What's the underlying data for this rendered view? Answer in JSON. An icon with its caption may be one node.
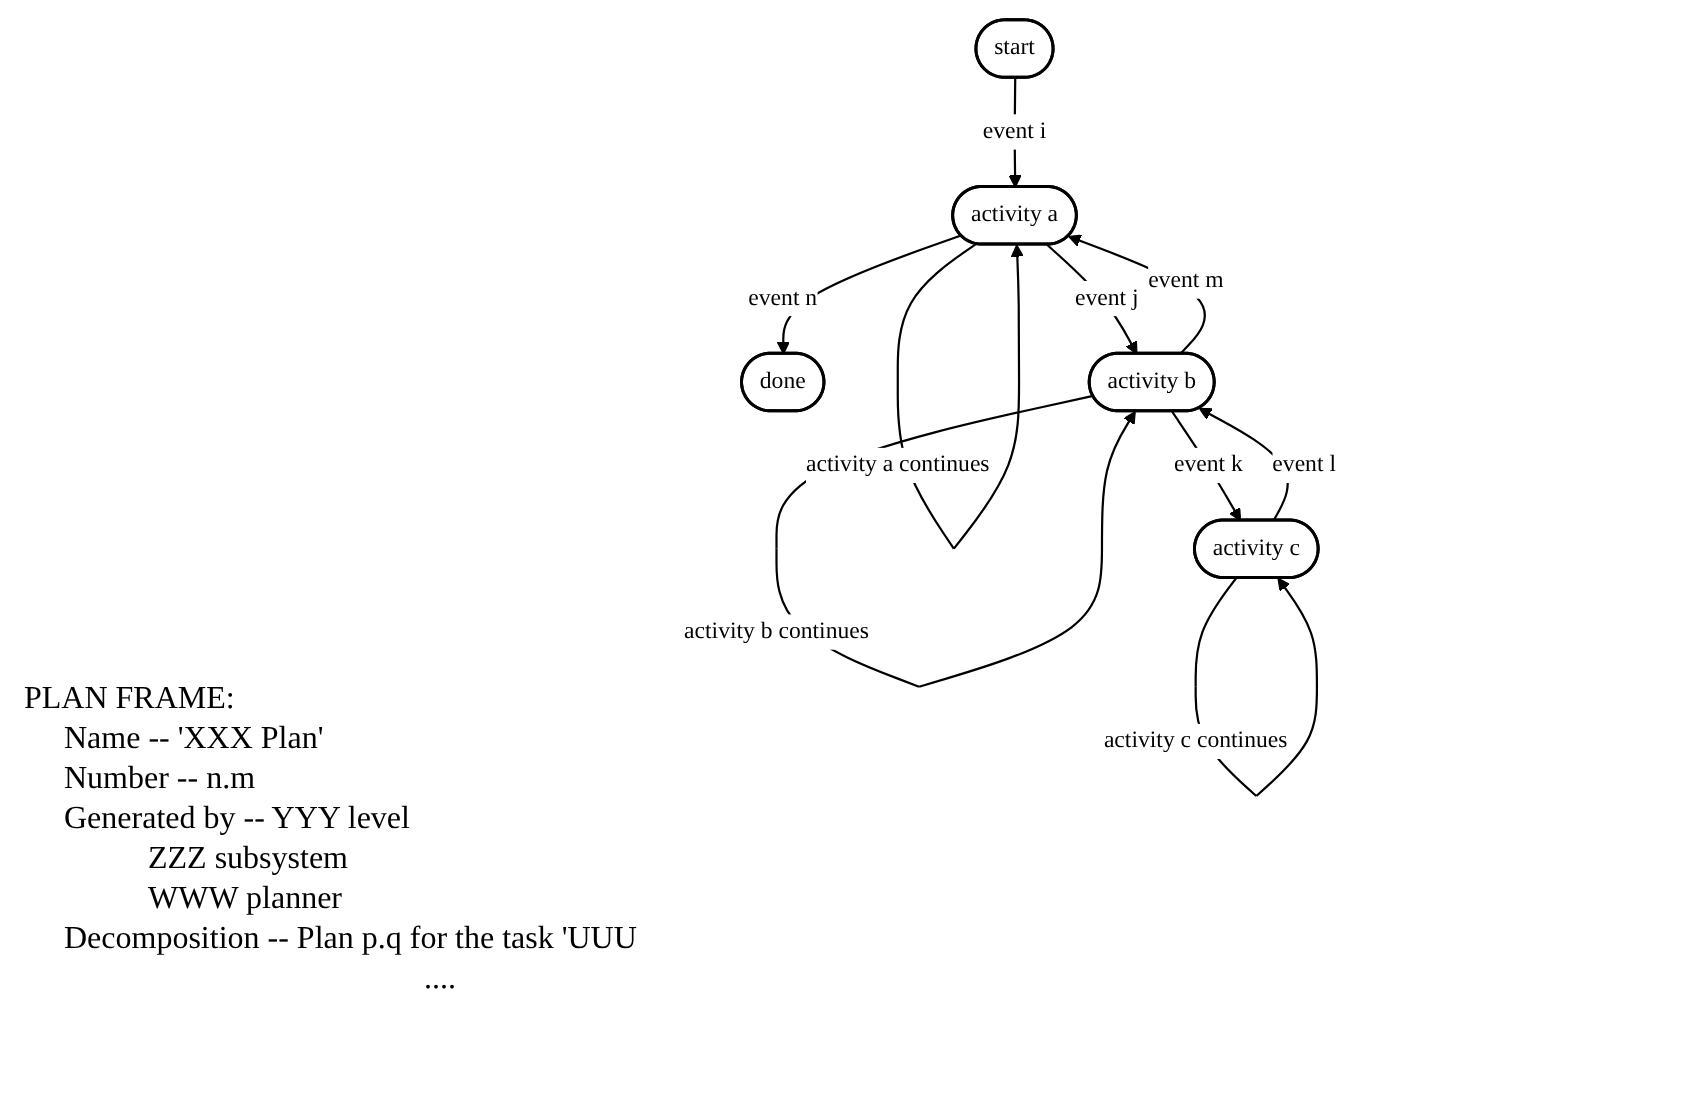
{
  "diagram": {
    "nodes": [
      {
        "text": [
          "start"
        ]
      },
      {
        "text": [
          "activity a"
        ]
      },
      {
        "text": [
          "done"
        ]
      },
      {
        "text": [
          "activity b"
        ]
      },
      {
        "text": [
          "activity c"
        ]
      }
    ],
    "edges": [
      {
        "from": 0,
        "to": 1,
        "arrow": "to",
        "label": "event i"
      },
      {
        "from": 1,
        "to": 1,
        "arrow": "to",
        "label": "activity a continues"
      },
      {
        "from": 1,
        "to": 2,
        "arrow": "to",
        "label": "event n"
      },
      {
        "from": 1,
        "to": 3,
        "arrow": "to",
        "label": "event j"
      },
      {
        "from": 3,
        "to": 3,
        "arrow": "to",
        "label": "activity b continues"
      },
      {
        "from": 3,
        "to": 1,
        "arrow": "to",
        "label": "event m"
      },
      {
        "from": 4,
        "to": 3,
        "arrow": "to",
        "label": "event l"
      },
      {
        "from": 3,
        "to": 4,
        "arrow": "to",
        "label": "event k"
      },
      {
        "from": 4,
        "to": 4,
        "arrow": "to",
        "label": "activity c continues"
      }
    ],
    "labels": [
      "PLAN FRAME:",
      "Name -- 'XXX Plan'",
      "Number -- n.m",
      "Generated by -- YYY level",
      "ZZZ subsystem",
      "WWW planner",
      "Decomposition -- Plan p.q for the task 'UUU",
      "...."
    ]
  }
}
